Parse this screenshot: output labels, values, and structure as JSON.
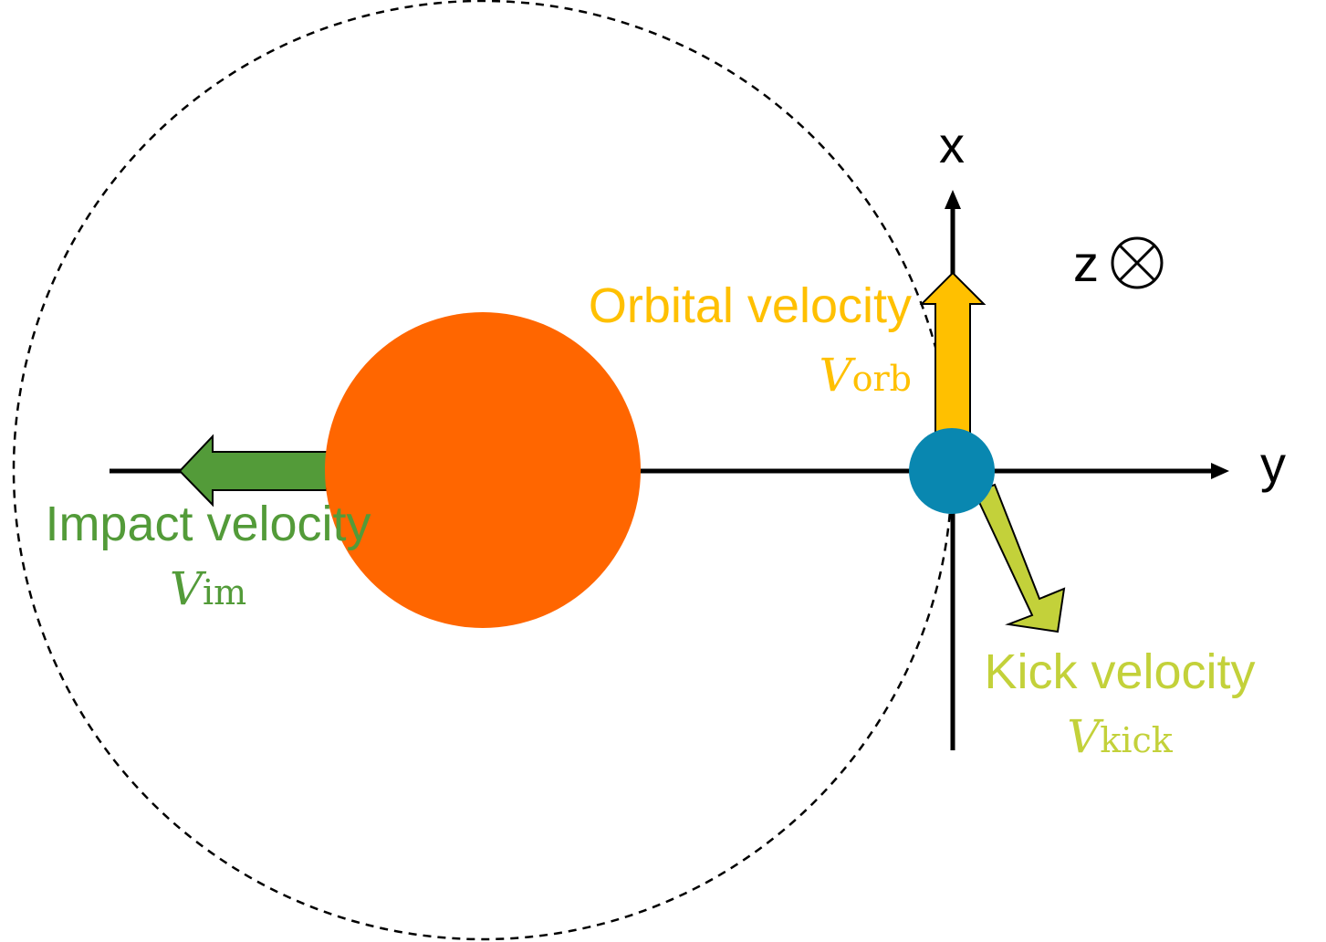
{
  "axes": {
    "x_label": "x",
    "y_label": "y",
    "z_label": "z"
  },
  "icons": {
    "z_direction": "circled-times-into-page-icon"
  },
  "bodies": {
    "primary": {
      "color": "#ff6600"
    },
    "secondary": {
      "color": "#0987b0"
    }
  },
  "orbit": {
    "style": "dashed"
  },
  "labels": {
    "orbital": {
      "text": "Orbital velocity",
      "symbol": "V",
      "subscript": "orb",
      "color": "#ffc000"
    },
    "impact": {
      "text": "Impact velocity",
      "symbol": "V",
      "subscript": "im",
      "color": "#539b39"
    },
    "kick": {
      "text": "Kick velocity",
      "symbol": "V",
      "subscript": "kick",
      "color": "#c3d13a"
    }
  }
}
